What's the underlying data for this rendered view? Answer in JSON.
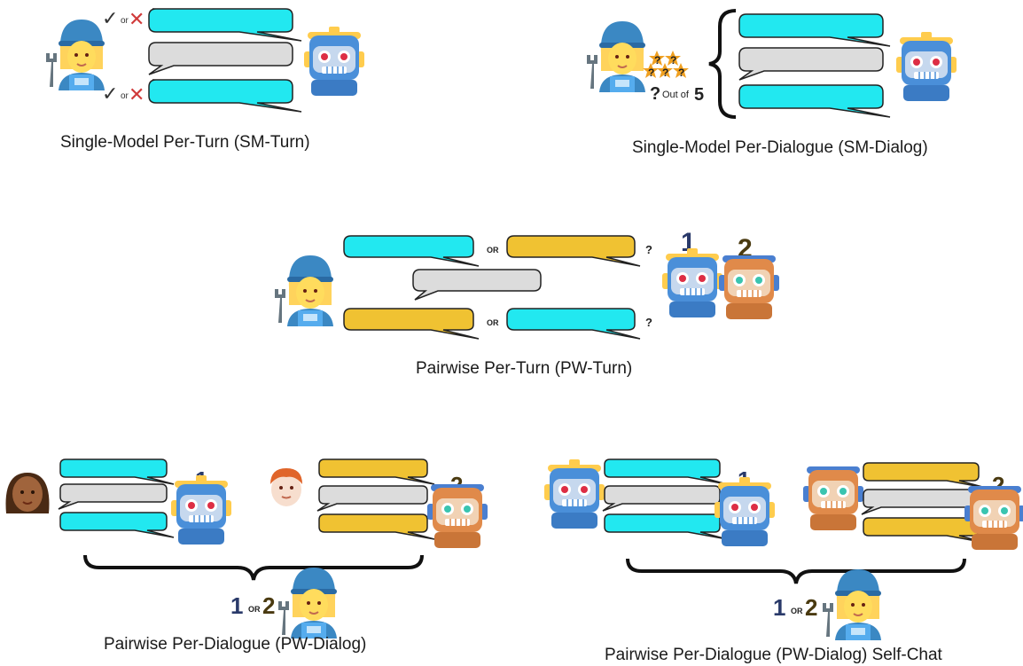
{
  "captions": {
    "sm_turn": "Single-Model Per-Turn  (SM-Turn)",
    "sm_dialog": "Single-Model Per-Dialogue  (SM-Dialog)",
    "pw_turn": "Pairwise Per-Turn (PW-Turn)",
    "pw_dialog": "Pairwise Per-Dialogue (PW-Dialog)",
    "pw_selfchat": "Pairwise Per-Dialogue (PW-Dialog) Self-Chat"
  },
  "labels": {
    "or": "or",
    "or_caps": "OR",
    "question": "?",
    "out_of": "Out of",
    "five": "5",
    "one": "1",
    "two": "2",
    "check": "✓",
    "cross": "✕"
  },
  "colors": {
    "model_a_bubble": "#22e8f0",
    "model_b_bubble": "#f0c232",
    "human_bubble": "#dcdcdc",
    "robot_blue": "#4a8fd9",
    "robot_orange": "#e08a4a",
    "number_one": "#2a3a6a",
    "number_two": "#4a3a10",
    "star": "#f0a020",
    "cross_red": "#d03a3a"
  },
  "icons": [
    "worker-woman-icon",
    "wrench-icon",
    "robot-blue-icon",
    "robot-orange-icon",
    "woman-brown-icon",
    "man-face-icon",
    "star-icon",
    "checkmark-icon",
    "cross-icon",
    "curly-brace-icon"
  ]
}
